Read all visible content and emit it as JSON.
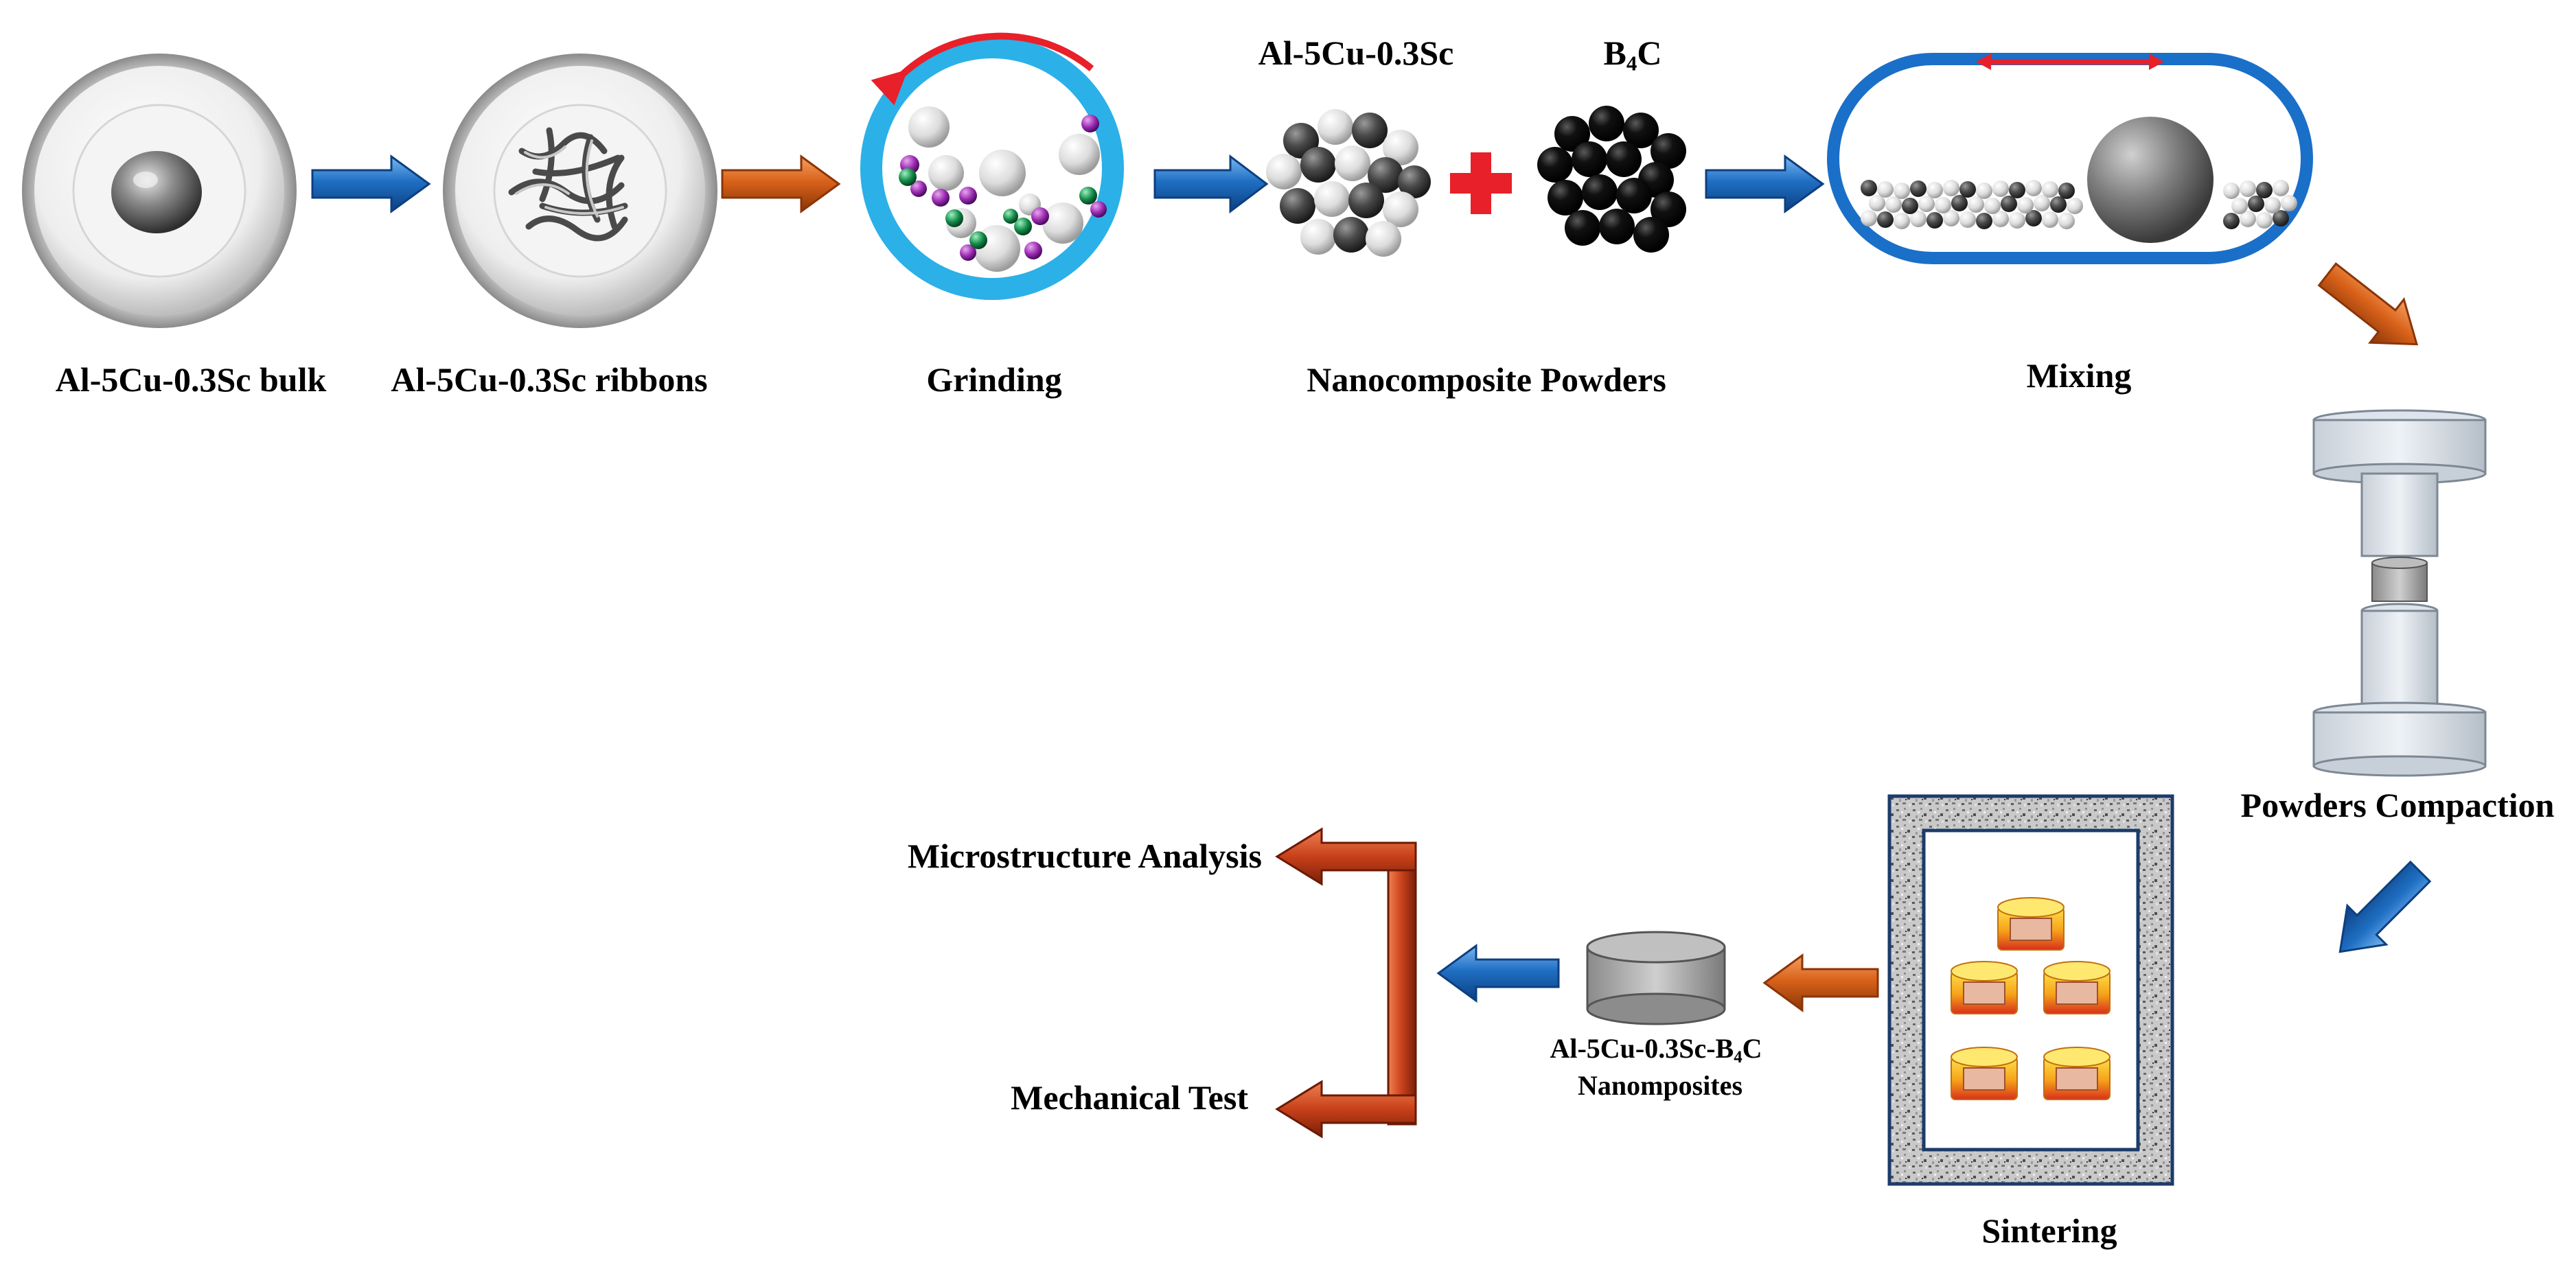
{
  "labels": {
    "bulk": "Al-5Cu-0.3Sc bulk",
    "ribbons": "Al-5Cu-0.3Sc ribbons",
    "grinding": "Grinding",
    "alloy_powder": "Al-5Cu-0.3Sc",
    "b4c_main": "B",
    "b4c_sub": "4",
    "b4c_tail": "C",
    "nano_powders": "Nanocomposite Powders",
    "mixing": "Mixing",
    "compaction": "Powders Compaction",
    "sintering": "Sintering",
    "product_line1_main": "Al-5Cu-0.3Sc-B",
    "product_line1_sub": "4",
    "product_line1_tail": "C",
    "product_line2": "Nanomposites",
    "microstructure": "Microstructure Analysis",
    "mechanical": "Mechanical Test"
  },
  "colors": {
    "blue_arrow": "#1f6fc4",
    "orange_arrow": "#d9621a",
    "red_arrow": "#c8401a",
    "mill_ring": "#2bb0e8",
    "mixer_frame": "#1a6fc8",
    "plus": "#e8202a",
    "furnace_border": "#1d3b6a"
  },
  "icons": {
    "plus": "plus-icon",
    "flow_arrow": "arrow-icon",
    "rotation": "rotation-arrow-icon"
  }
}
